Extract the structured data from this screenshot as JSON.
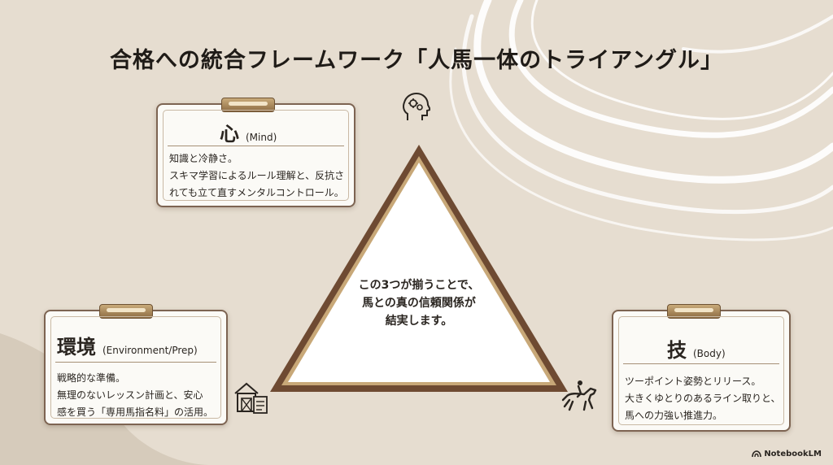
{
  "title": "合格への統合フレームワーク「人馬一体のトライアングル」",
  "cards": {
    "mind": {
      "kanji": "心",
      "label": "(Mind)",
      "body": "知識と冷静さ。\nスキマ学習によるルール理解と、反抗さ\nれても立て直すメンタルコントロール。"
    },
    "environment": {
      "kanji": "環境",
      "label": "(Environment/Prep)",
      "body": "戦略的な準備。\n無理のないレッスン計画と、安心\n感を買う「専用馬指名料」の活用。"
    },
    "body": {
      "kanji": "技",
      "label": "(Body)",
      "body": "ツーポイント姿勢とリリース。\n大きくゆとりのあるライン取りと、\n馬への力強い推進力。"
    }
  },
  "center_text": "この3つが揃うことで、\n馬との真の信頼関係が\n結実します。",
  "icons": {
    "top": "brain-gears-icon",
    "left": "stable-checklist-icon",
    "right": "horse-rider-icon",
    "brand": "notebooklm-logo-icon"
  },
  "brand": "NotebookLM",
  "colors": {
    "background": "#e6ddd0",
    "card_border": "#7d6452",
    "triangle_outer": "#6e4a32",
    "triangle_inner": "#b8955f",
    "card_fill": "#fbfaf6"
  }
}
